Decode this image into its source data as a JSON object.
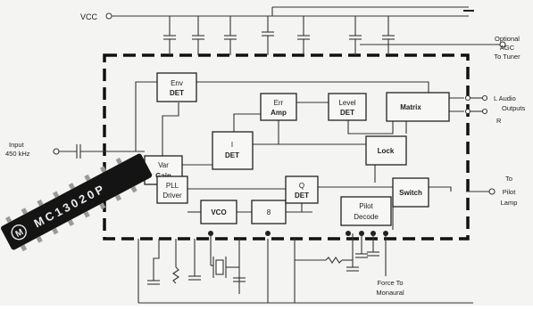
{
  "supply": {
    "label": "VCC"
  },
  "blocks": {
    "env_det": [
      "Env",
      "DET"
    ],
    "err_amp": [
      "Err",
      "Amp"
    ],
    "level_det": [
      "Level",
      "DET"
    ],
    "matrix": [
      "Matrix"
    ],
    "var_gain": [
      "Var",
      "Gain"
    ],
    "i_det": [
      "I",
      "DET"
    ],
    "lock": [
      "Lock"
    ],
    "pll_driver": [
      "PLL",
      "Driver"
    ],
    "vco": [
      "VCO"
    ],
    "divider": [
      "8"
    ],
    "q_det": [
      "Q",
      "DET"
    ],
    "pilot_decode": [
      "Pilot",
      "Decode"
    ],
    "switch": [
      "Switch"
    ]
  },
  "external": {
    "input": [
      "Input",
      "450 kHz"
    ],
    "agc": [
      "Optional",
      "AGC",
      "To Tuner"
    ],
    "audio": [
      "L Audio",
      "Outputs"
    ],
    "right": [
      "R"
    ],
    "pilot_lamp": [
      "To",
      "Pilot",
      "Lamp"
    ],
    "force_mono": [
      "Force To",
      "Monaural"
    ]
  },
  "chip": {
    "marking": "MC13020P",
    "logo": "M"
  }
}
